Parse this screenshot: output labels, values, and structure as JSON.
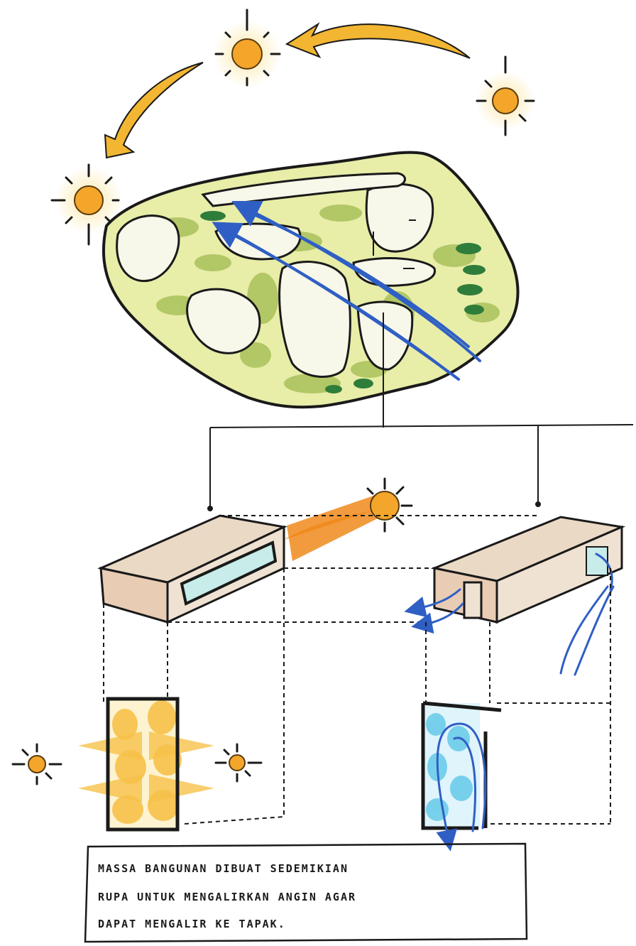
{
  "caption": {
    "lines": [
      "MASSA BANGUNAN DIBUAT SEDEMIKIAN",
      "RUPA UNTUK MENGALIRKAN ANGIN AGAR",
      "DAPAT MENGALIR KE TAPAK."
    ]
  },
  "colors": {
    "sun": "#f4a62a",
    "sun_halo": "#fbe7a6",
    "sun_path_arrow": "#f2b632",
    "site_fill": "#e8eda8",
    "vegetation_light": "#a9c15a",
    "vegetation_dark": "#2f7d3a",
    "wind": "#2f5fc4",
    "building": "#e8cdb4",
    "window_glass": "#c7ecea",
    "heat_ray": "#f08a1c",
    "sunlit_zone": "#f7c24a",
    "cool_zone": "#5ec8e8",
    "ink": "#1a1a1a"
  },
  "icons": [
    "sun-icon",
    "sun-path-arrow-icon",
    "wind-arrow-icon"
  ]
}
